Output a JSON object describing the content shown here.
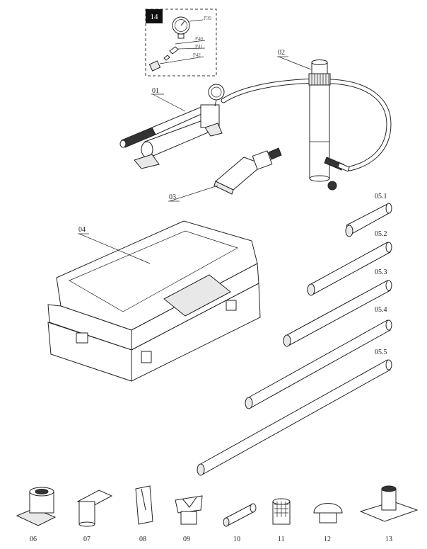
{
  "inset": {
    "badge": "14",
    "callouts": [
      "P39",
      "P40",
      "P41",
      "P42"
    ]
  },
  "parts": {
    "p01": "01",
    "p02": "02",
    "p03": "03",
    "p04": "04",
    "p05_1": "05.1",
    "p05_2": "05.2",
    "p05_3": "05.3",
    "p05_4": "05.4",
    "p05_5": "05.5",
    "p06": "06",
    "p07": "07",
    "p08": "08",
    "p09": "09",
    "p10": "10",
    "p11": "11",
    "p12": "12",
    "p13": "13"
  }
}
